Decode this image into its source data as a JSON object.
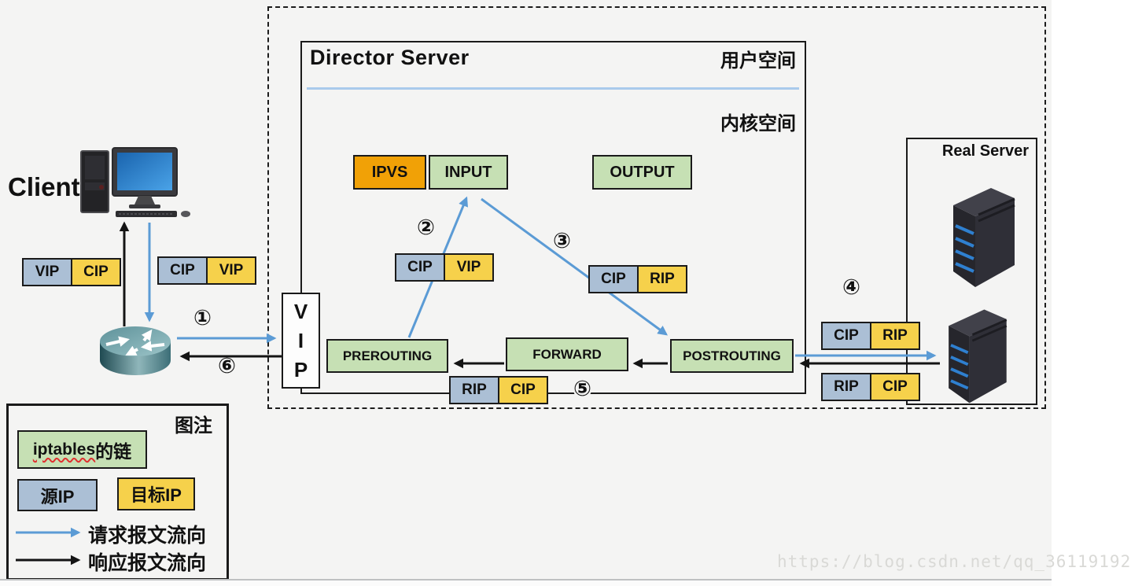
{
  "client": {
    "label": "Client"
  },
  "vip_node": {
    "l1": "V",
    "l2": "I",
    "l3": "P"
  },
  "director": {
    "title": "Director Server",
    "user_space": "用户空间",
    "kernel_space": "内核空间"
  },
  "chains": {
    "ipvs": "IPVS",
    "input": "INPUT",
    "output": "OUTPUT",
    "prerouting": "PREROUTING",
    "forward": "FORWARD",
    "postrouting": "POSTROUTING"
  },
  "real_server": {
    "title": "Real Server"
  },
  "packets": {
    "client_response": {
      "src": "VIP",
      "dst": "CIP"
    },
    "client_request": {
      "src": "CIP",
      "dst": "VIP"
    },
    "director_request_in": {
      "src": "CIP",
      "dst": "VIP"
    },
    "director_request_out": {
      "src": "CIP",
      "dst": "RIP"
    },
    "to_real_server": {
      "src": "CIP",
      "dst": "RIP"
    },
    "from_real_server": {
      "src": "RIP",
      "dst": "CIP"
    },
    "director_response": {
      "src": "RIP",
      "dst": "CIP"
    }
  },
  "steps": {
    "s1": "①",
    "s2": "②",
    "s3": "③",
    "s4": "④",
    "s5": "⑤",
    "s6": "⑥"
  },
  "legend": {
    "title": "图注",
    "chain_word": "iptables",
    "chain_suffix": "的链",
    "source_ip": "源IP",
    "dest_ip": "目标IP",
    "request_flow": "请求报文流向",
    "response_flow": "响应报文流向"
  },
  "watermark": "https://blog.csdn.net/qq_36119192",
  "colors": {
    "chain_green": "#C6E0B4",
    "source_blue_gray": "#ABBFD5",
    "dest_yellow": "#F6D14B",
    "ipvs_orange": "#F1A106",
    "request_arrow_blue": "#5B9BD5",
    "response_arrow_black": "#141414"
  }
}
